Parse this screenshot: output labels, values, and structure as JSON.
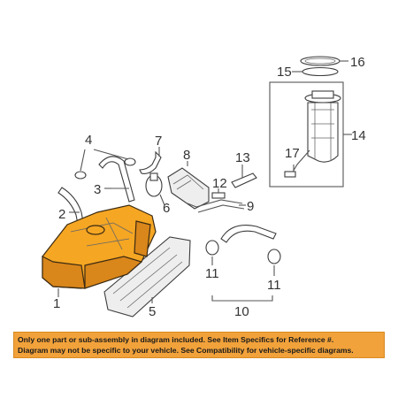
{
  "callouts": {
    "c1": "1",
    "c2": "2",
    "c3": "3",
    "c4": "4",
    "c5": "5",
    "c6": "6",
    "c7": "7",
    "c8": "8",
    "c9": "9",
    "c10": "10",
    "c11a": "11",
    "c11b": "11",
    "c12": "12",
    "c13": "13",
    "c14": "14",
    "c15": "15",
    "c16": "16",
    "c17": "17"
  },
  "notice": {
    "line1": "Only one part or sub-assembly in diagram included. See Item Specifics for Reference #.",
    "line2": "Diagram may not be specific to your vehicle. See Compatibility for vehicle-specific diagrams."
  },
  "colors": {
    "tank_fill": "#f5a623",
    "tank_shade": "#d9861a",
    "notice_background": "#f2a23a",
    "line": "#555555"
  }
}
